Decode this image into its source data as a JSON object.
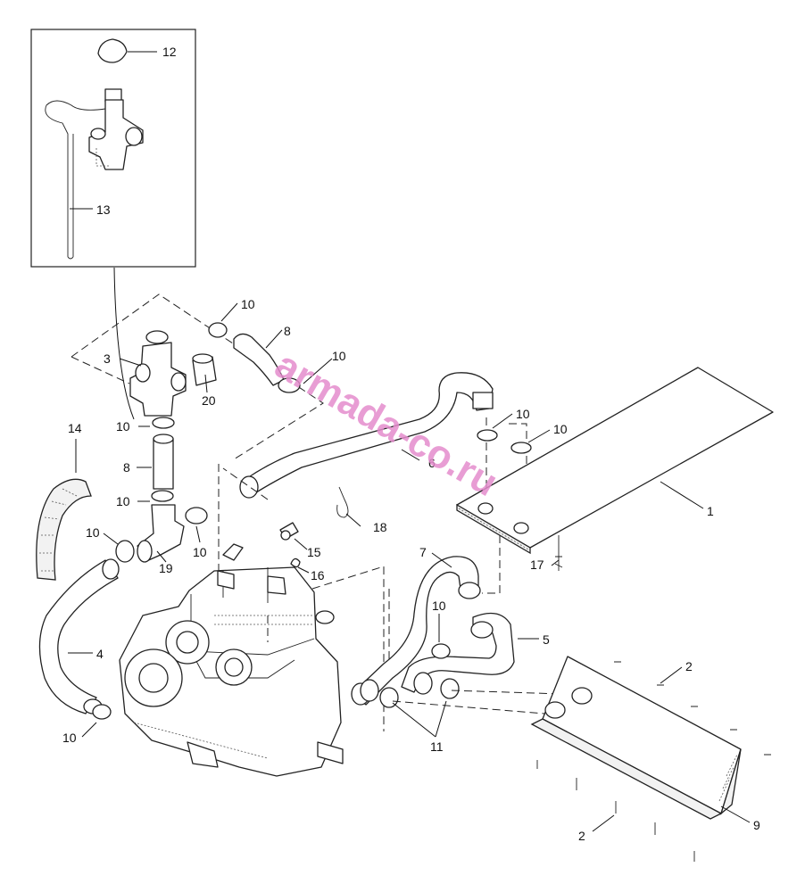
{
  "watermark": "armada-co.ru",
  "watermark_color": "#e58ccd",
  "callouts": {
    "c1": "1",
    "c2a": "2",
    "c2b": "2",
    "c3": "3",
    "c4": "4",
    "c5": "5",
    "c6": "6",
    "c7": "7",
    "c8a": "8",
    "c8b": "8",
    "c9": "9",
    "c10a": "10",
    "c10b": "10",
    "c10c": "10",
    "c10d": "10",
    "c10e": "10",
    "c10f": "10",
    "c10g": "10",
    "c10h": "10",
    "c10i": "10",
    "c10j": "10",
    "c11": "11",
    "c12": "12",
    "c13": "13",
    "c14": "14",
    "c15": "15",
    "c16": "16",
    "c17": "17",
    "c18": "18",
    "c19": "19",
    "c20": "20"
  }
}
